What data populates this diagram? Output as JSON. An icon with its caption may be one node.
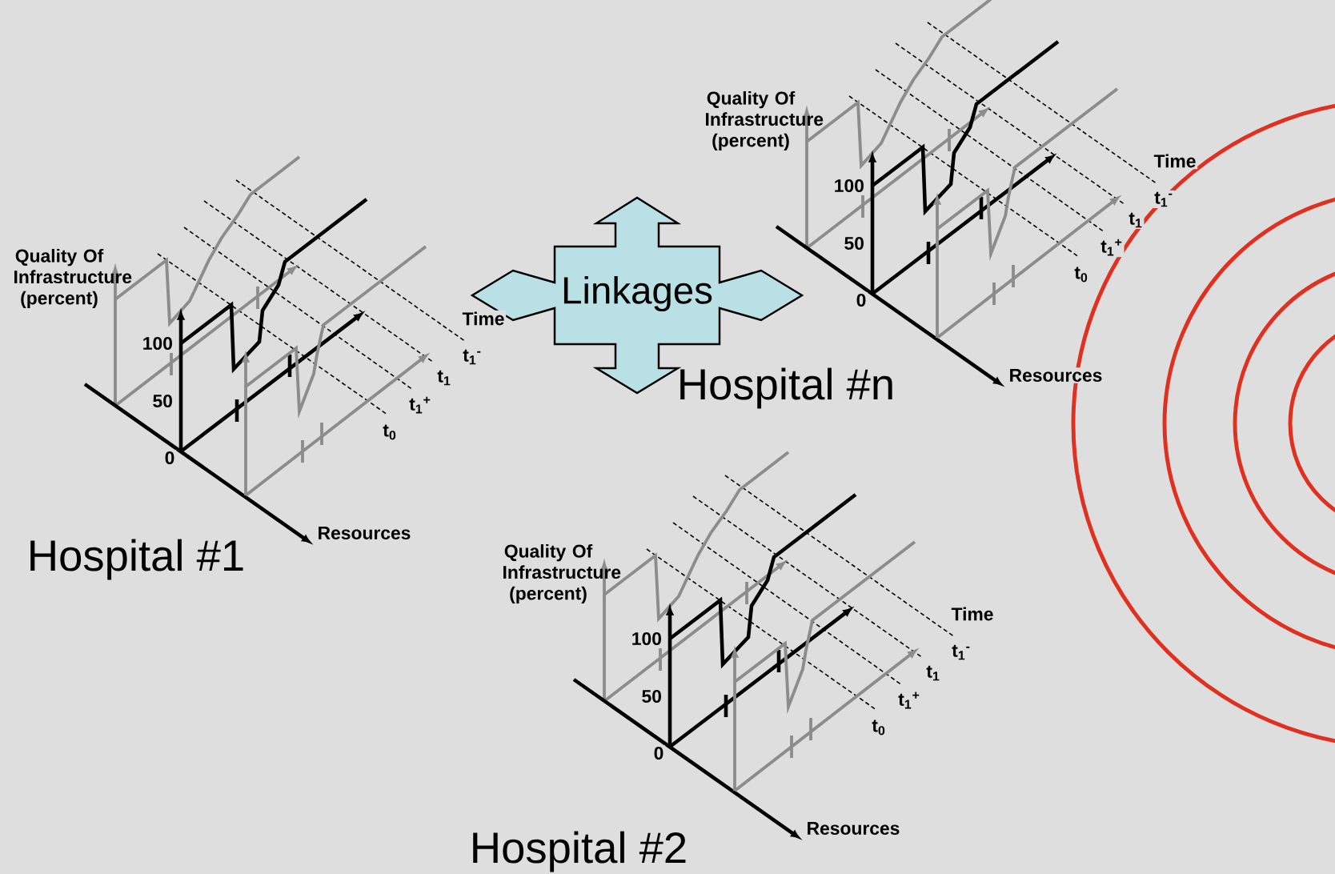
{
  "diagram": {
    "nodes": [
      {
        "text": [
          "Linkages"
        ]
      }
    ],
    "labels": [
      "Quality Of Infrastructure (percent)",
      "100",
      "50",
      "0",
      "Time",
      "t$_{1}$$^{-}$",
      "t$_{1}$",
      "t$_{1}$$^{+}$",
      "t$_{0}$",
      "Resources",
      "Hospital #1",
      "Quality Of Infrastructure (percent)",
      "100",
      "50",
      "0",
      "Time",
      "t$_{1}$$^{-}$",
      "t$_{1}$",
      "t$_{1}$$^{+}$",
      "t$_{0}$",
      "Resources",
      "Hospital #n",
      "Quality Of Infrastructure (percent)",
      "100",
      "50",
      "0",
      "Time",
      "t$_{1}$$^{-}$",
      "t$_{1}$",
      "t$_{1}$$^{+}$",
      "t$_{0}$",
      "Resources",
      "Hospital #2"
    ]
  }
}
